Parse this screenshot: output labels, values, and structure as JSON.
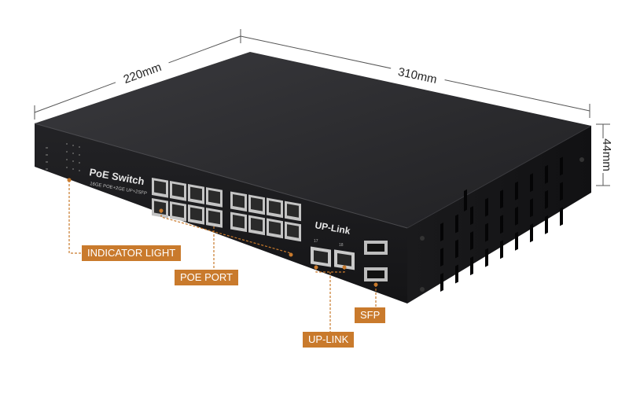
{
  "dimensions": {
    "depth": "220mm",
    "width": "310mm",
    "height": "44mm"
  },
  "device": {
    "title": "PoE Switch",
    "subtitle": "16GE POE+2GE UP+2SFP",
    "uplink_title": "UP-Link",
    "uplink_ports": [
      "17",
      "18"
    ]
  },
  "labels": {
    "indicator": "INDICATOR LIGHT",
    "poe_port": "POE PORT",
    "sfp": "SFP",
    "uplink": "UP-LINK"
  },
  "colors": {
    "callout": "#c97a2c",
    "chassis": "#1b1b1d",
    "top": "#2b2b2e"
  }
}
